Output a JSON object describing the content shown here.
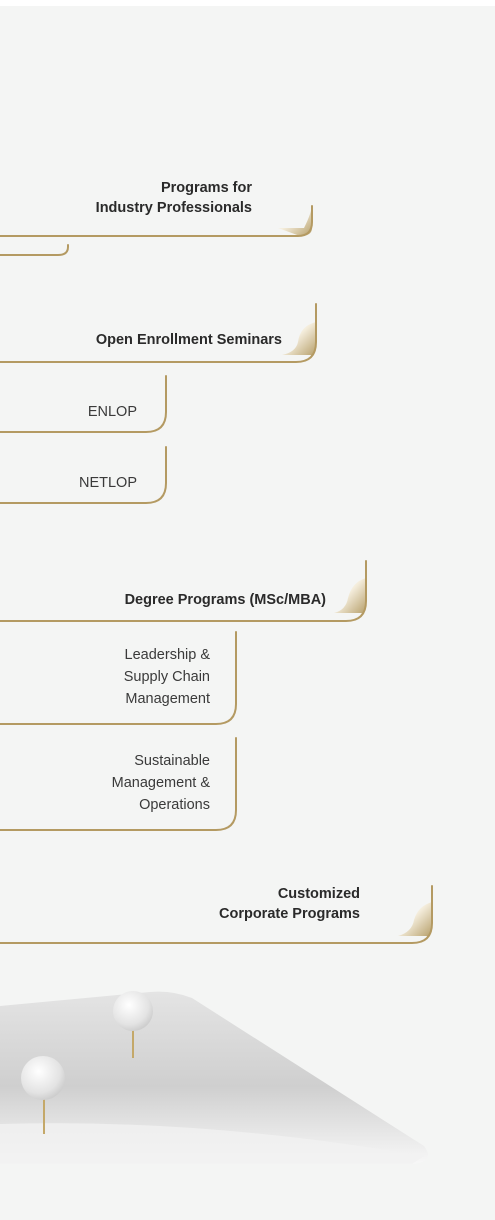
{
  "nav": {
    "industry": {
      "line1": "Programs for",
      "line2": "Industry Professionals"
    },
    "open_enrollment": {
      "title": "Open Enrollment Seminars",
      "items": [
        "ENLOP",
        "NETLOP"
      ]
    },
    "degree": {
      "title": "Degree Programs (MSc/MBA)",
      "items": [
        {
          "line1": "Leadership &",
          "line2": "Supply Chain",
          "line3": "Management"
        },
        {
          "line1": "Sustainable",
          "line2": "Management &",
          "line3": "Operations"
        }
      ]
    },
    "corporate": {
      "line1": "Customized",
      "line2": "Corporate Programs"
    }
  },
  "colors": {
    "accent_gold": "#b49a62",
    "background": "#f4f5f4"
  }
}
